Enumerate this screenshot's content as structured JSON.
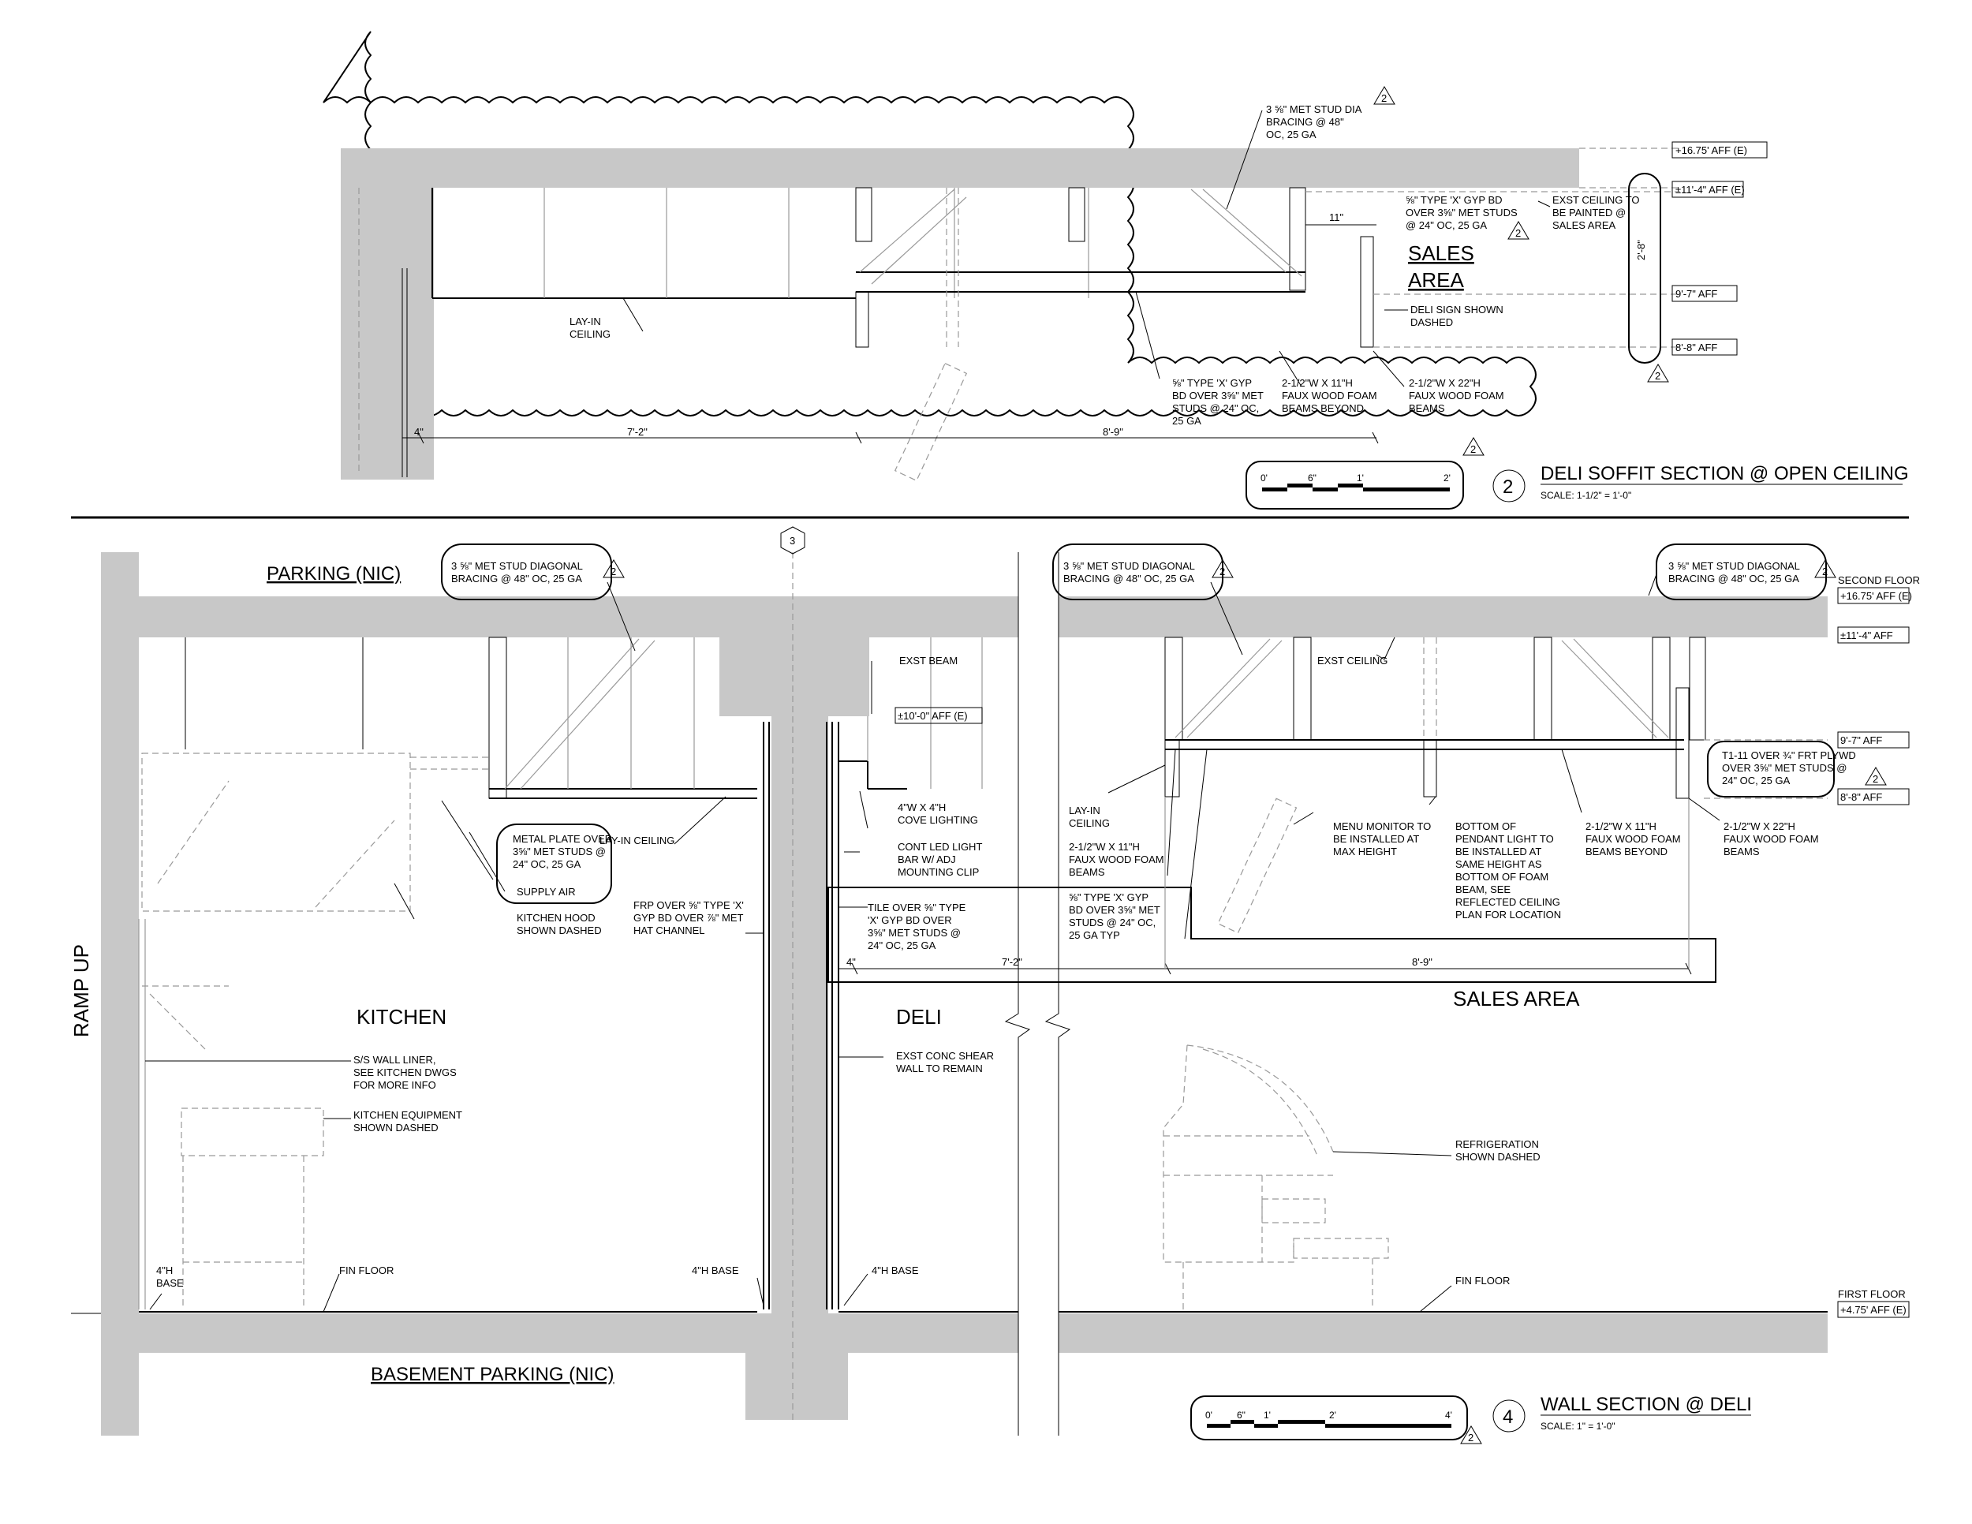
{
  "top_section": {
    "notes": {
      "stud_bracing": "3 ⅝\" MET STUD DIA BRACING @ 48\" OC, 25 GA",
      "gyp_top": "⅝\" TYPE 'X' GYP BD OVER 3⅝\" MET STUDS @ 24\" OC, 25 GA",
      "exst_ceiling": "EXST CEILING TO BE PAINTED @ SALES AREA",
      "lay_in": "LAY-IN CEILING",
      "deli_sign": "DELI SIGN SHOWN DASHED",
      "gyp_bottom": "⅝\" TYPE 'X' GYP BD OVER 3⅝\" MET STUDS @ 24\" OC, 25 GA",
      "beam_small": "2-1/2\"W X 11\"H FAUX WOOD FOAM BEAMS BEYOND",
      "beam_large": "2-1/2\"W X 22\"H FAUX WOOD FOAM BEAMS"
    },
    "room": "SALES AREA",
    "elevations": [
      "+16.75' AFF (E)",
      "±11'-4\" AFF (E)",
      "9'-7\" AFF",
      "8'-8\" AFF"
    ],
    "dims": {
      "a": "4\"",
      "b": "7'-2\"",
      "c": "8'-9\"",
      "d": "11\"",
      "e": "2'-8\""
    },
    "scale_ticks": [
      "0'",
      "6\"",
      "1'",
      "2'"
    ],
    "detail_num": "2",
    "title": "DELI SOFFIT SECTION @ OPEN CEILING",
    "scale_text": "SCALE:  1-1/2\" = 1'-0\"",
    "delta": "2"
  },
  "bottom_section": {
    "labels": {
      "parking": "PARKING (NIC)",
      "basement": "BASEMENT PARKING (NIC)",
      "ramp": "RAMP UP",
      "kitchen": "KITCHEN",
      "deli": "DELI",
      "sales": "SALES AREA"
    },
    "grid_marker": "3",
    "notes": {
      "brace_left": "3 ⅝\" MET STUD DIAGONAL BRACING @ 48\" OC, 25 GA",
      "brace_mid": "3 ⅝\" MET STUD DIAGONAL BRACING @ 48\" OC, 25 GA",
      "brace_right": "3 ⅝\" MET STUD DIAGONAL BRACING @ 48\" OC, 25 GA",
      "exst_beam": "EXST BEAM",
      "exst_ceiling": "EXST CEILING",
      "metal_plate": "METAL PLATE OVER 3⅝\" MET STUDS @ 24\" OC, 25 GA",
      "supply_air": "SUPPLY AIR",
      "lay_in_mid": "LAY-IN CEILING",
      "hood": "KITCHEN HOOD SHOWN DASHED",
      "frp": "FRP OVER ⅝\" TYPE 'X' GYP BD OVER ⅞\" MET HAT CHANNEL",
      "cove": "4\"W X 4\"H COVE LIGHTING",
      "led": "CONT LED LIGHT BAR W/ ADJ MOUNTING CLIP",
      "tile": "TILE OVER ⅝\" TYPE 'X' GYP BD OVER 3⅝\" MET STUDS @ 24\" OC, 25 GA",
      "lay_in_right": "LAY-IN CEILING",
      "beam_11_left": "2-1/2\"W X 11\"H FAUX WOOD FOAM BEAMS",
      "gyp_typ": "⅝\" TYPE 'X' GYP BD OVER 3⅝\" MET STUDS @ 24\" OC, 25 GA TYP",
      "menu": "MENU MONITOR TO BE INSTALLED AT MAX HEIGHT",
      "pendant": "BOTTOM OF PENDANT LIGHT TO BE INSTALLED AT SAME HEIGHT AS BOTTOM OF FOAM BEAM, SEE REFLECTED CEILING PLAN FOR LOCATION",
      "beam_11_right": "2-1/2\"W X 11\"H FAUX WOOD FOAM BEAMS BEYOND",
      "beam_22": "2-1/2\"W X 22\"H FAUX WOOD FOAM BEAMS",
      "t111": "T1-11 OVER ¾\" FRT PLYWD OVER 3⅝\" MET STUDS @ 24\" OC, 25 GA",
      "ss_liner": "S/S WALL LINER, SEE KITCHEN DWGS FOR MORE INFO",
      "equipment": "KITCHEN EQUIPMENT SHOWN DASHED",
      "shear": "EXST CONC SHEAR WALL TO REMAIN",
      "refrig": "REFRIGERATION SHOWN DASHED",
      "base_left": "4\"H BASE",
      "base_mid": "4\"H BASE",
      "base_right": "4\"H BASE",
      "fin_left": "FIN FLOOR",
      "fin_right": "FIN FLOOR"
    },
    "elevations": {
      "second_floor": "SECOND FLOOR",
      "e1675": "+16.75' AFF (E)",
      "e114": "±11'-4\" AFF",
      "e100": "±10'-0\" AFF (E)",
      "e97": "9'-7\" AFF",
      "e88": "8'-8\" AFF",
      "first_floor": "FIRST FLOOR",
      "e475": "+4.75' AFF (E)"
    },
    "dims": {
      "a": "4\"",
      "b": "7'-2\"",
      "c": "8'-9\""
    },
    "scale_ticks": [
      "0'",
      "6\"",
      "1'",
      "2'",
      "4'"
    ],
    "detail_num": "4",
    "title": "WALL SECTION @ DELI",
    "scale_text": "SCALE:  1\" = 1'-0\"",
    "deltas": [
      "2",
      "2",
      "2",
      "2",
      "2"
    ]
  }
}
